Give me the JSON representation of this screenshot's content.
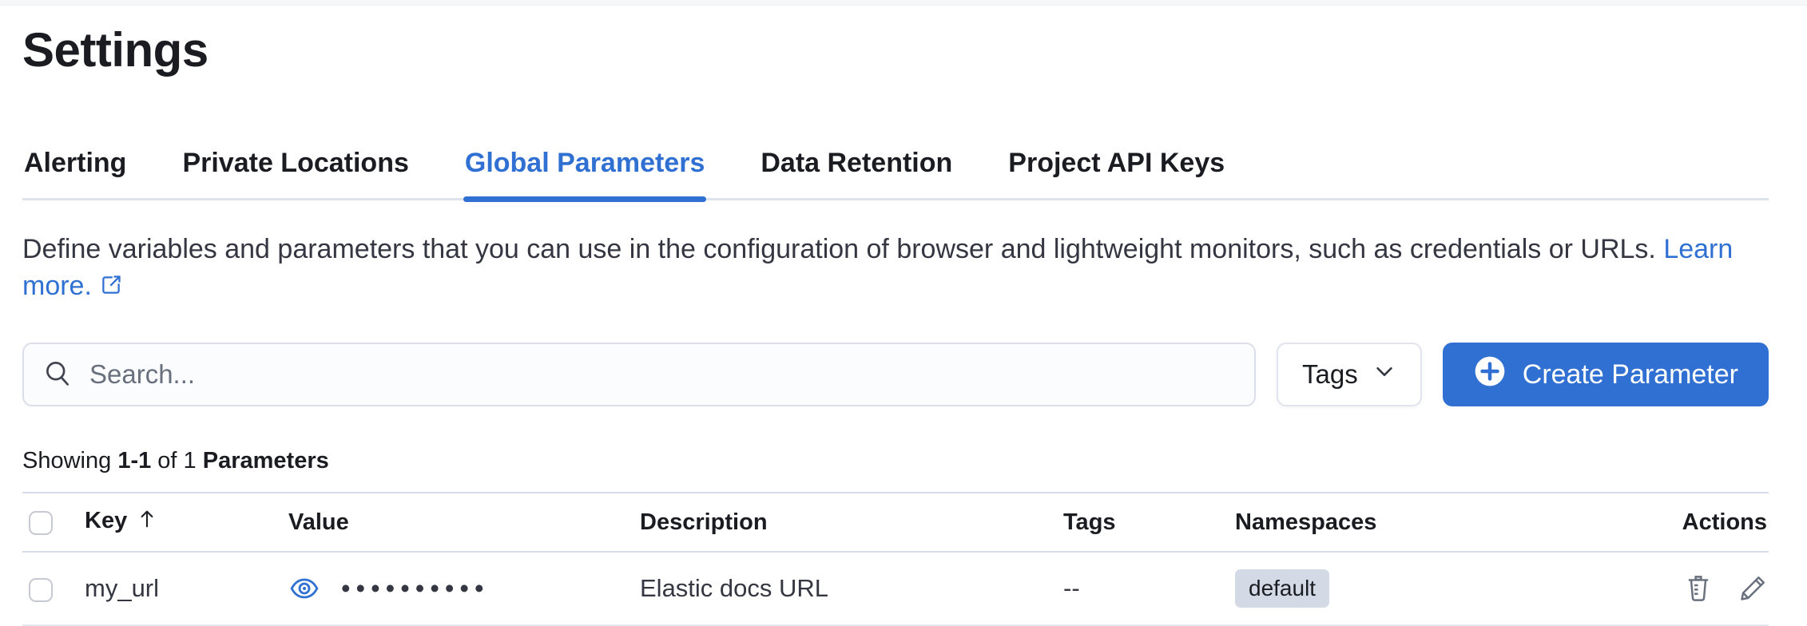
{
  "page": {
    "title": "Settings"
  },
  "tabs": [
    {
      "label": "Alerting",
      "active": false
    },
    {
      "label": "Private Locations",
      "active": false
    },
    {
      "label": "Global Parameters",
      "active": true
    },
    {
      "label": "Data Retention",
      "active": false
    },
    {
      "label": "Project API Keys",
      "active": false
    }
  ],
  "description": {
    "text": "Define variables and parameters that you can use in the configuration of browser and lightweight monitors, such as credentials or URLs.",
    "link_label": "Learn more."
  },
  "toolbar": {
    "search_placeholder": "Search...",
    "search_value": "",
    "tags_button_label": "Tags",
    "create_button_label": "Create Parameter"
  },
  "summary": {
    "prefix": "Showing",
    "range": "1-1",
    "middle": "of 1",
    "entity": "Parameters"
  },
  "table": {
    "columns": [
      "Key",
      "Value",
      "Description",
      "Tags",
      "Namespaces",
      "Actions"
    ],
    "sort_column": "Key",
    "sort_direction": "ascending",
    "rows": [
      {
        "key": "my_url",
        "value_masked": "••••••••••",
        "description": "Elastic docs URL",
        "tags": "--",
        "namespaces": [
          "default"
        ]
      }
    ]
  },
  "icons": {
    "search": "search-icon",
    "tags_chevron": "chevron-down-icon",
    "create_plus": "plus-in-circle-icon",
    "external_link": "external-link-icon",
    "sort": "sort-ascending-icon",
    "reveal": "eye-icon",
    "delete": "trash-icon",
    "edit": "pencil-icon"
  },
  "colors": {
    "accent": "#2f70d2",
    "heading_text": "#1a1c21",
    "body_text": "#343741",
    "icon_gray": "#69707d",
    "badge_bg": "#d3dae6",
    "divider": "#d7dde8"
  }
}
